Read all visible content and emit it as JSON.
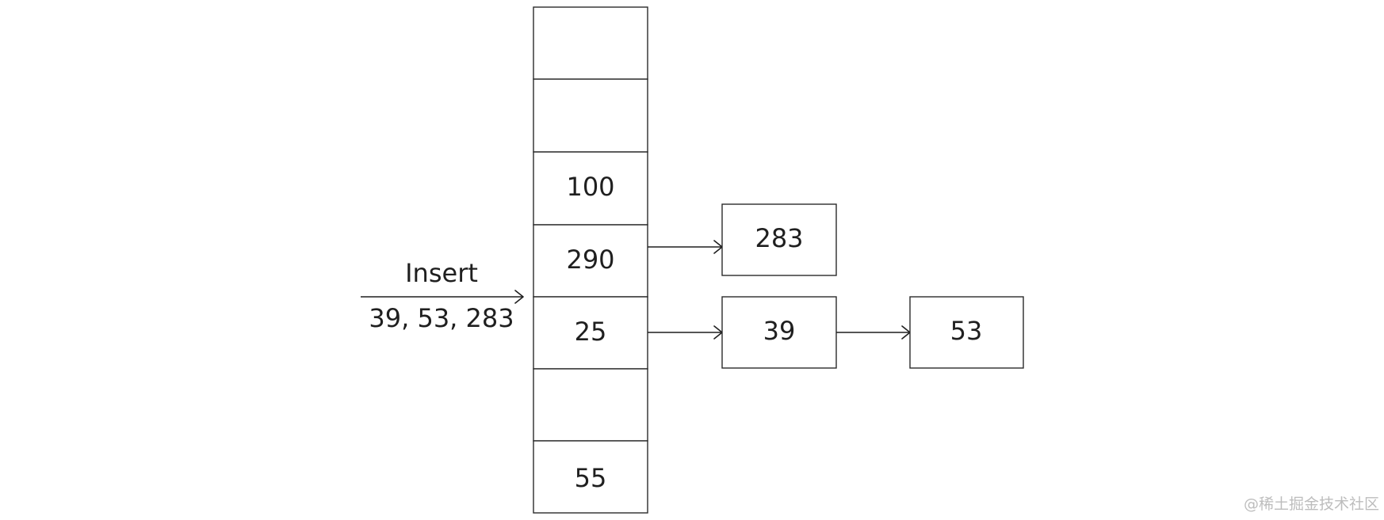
{
  "insert": {
    "label": "Insert",
    "values": "39, 53, 283"
  },
  "hash_table": {
    "buckets": [
      "",
      "",
      "100",
      "290",
      "25",
      "",
      "55"
    ]
  },
  "chains": [
    {
      "bucket": 3,
      "nodes": [
        "283"
      ]
    },
    {
      "bucket": 4,
      "nodes": [
        "39",
        "53"
      ]
    }
  ],
  "watermark": "@稀土掘金技术社区",
  "colors": {
    "stroke": "#2b2b2b",
    "text": "#1f1f1f",
    "watermark": "#bdbdbd"
  }
}
